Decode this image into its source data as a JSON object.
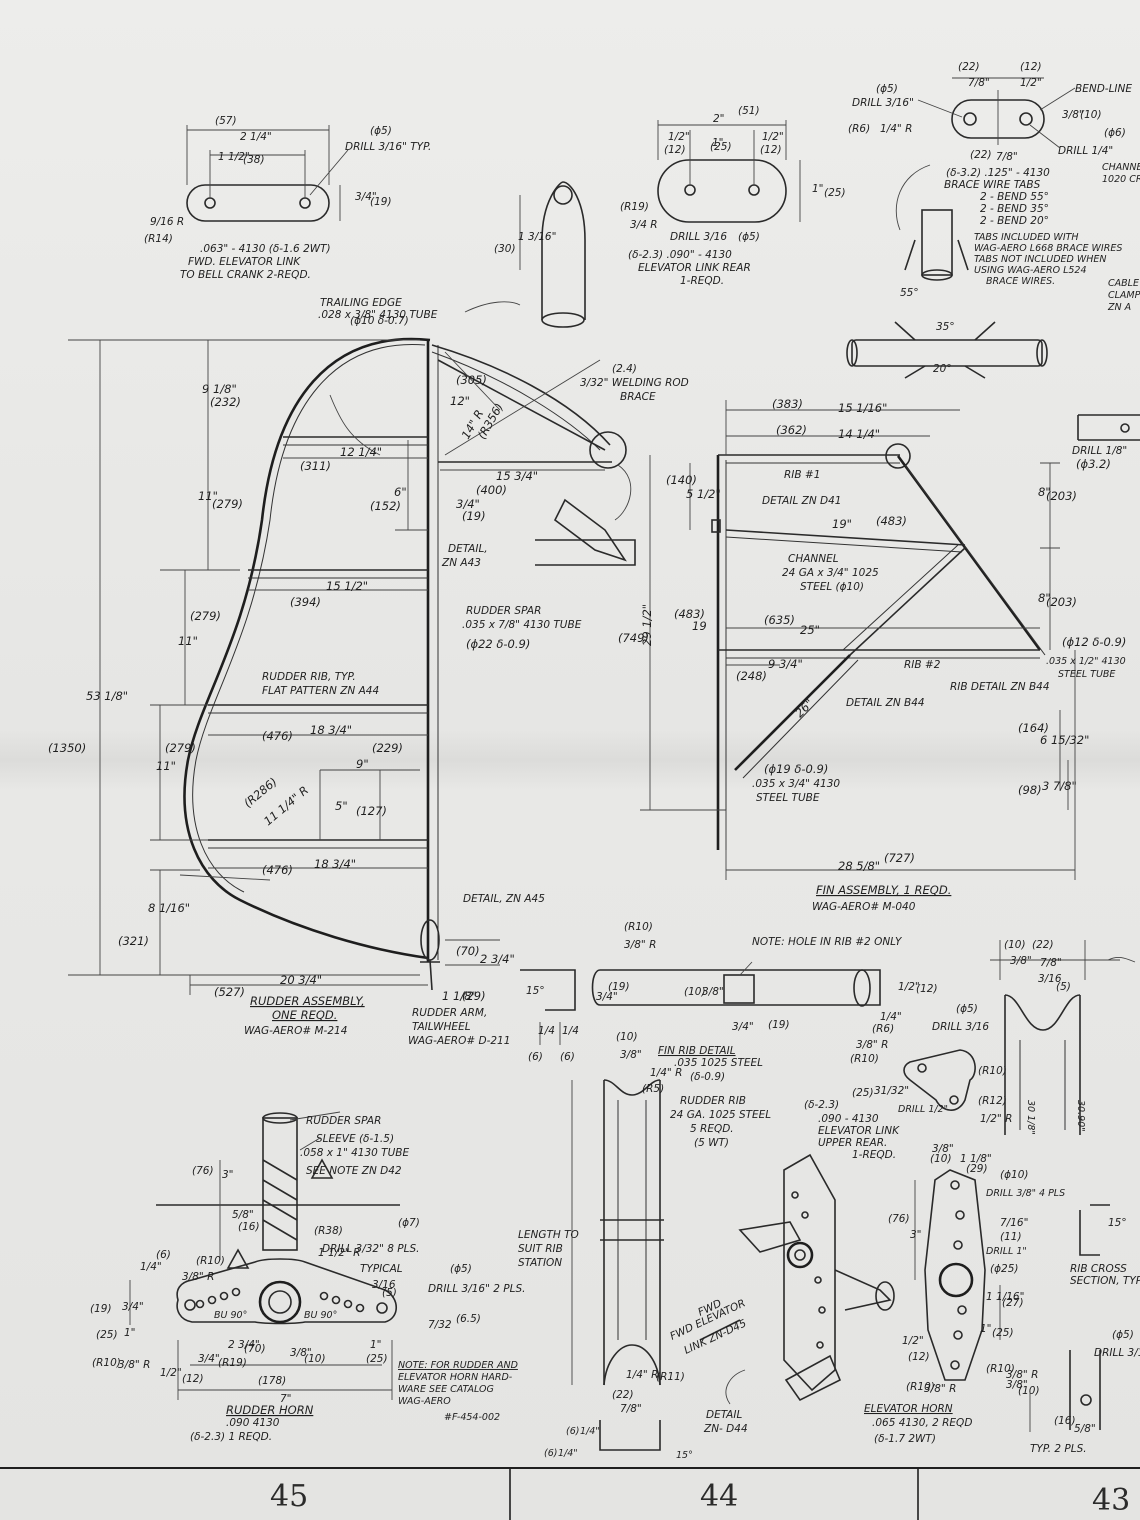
{
  "rudder_assembly": {
    "title": "RUDDER ASSEMBLY,",
    "qty": "ONE REQD.",
    "part": "WAG-AERO# M-214",
    "trailing_edge": [
      "(ϕ10 δ-0.7)",
      "TRAILING EDGE",
      ".028 x 3/8\" 4130 TUBE"
    ],
    "rudder_spar": [
      "RUDDER SPAR",
      ".035 x 7/8\" 4130 TUBE",
      "(ϕ22 δ-0.9)"
    ],
    "rib_note": [
      "RUDDER RIB, TYP.",
      "FLAT PATTERN ZN A44"
    ],
    "detail_a43": [
      "DETAIL,",
      "ZN A43"
    ],
    "detail_a45": "DETAIL, ZN A45",
    "tailwheel": [
      "RUDDER ARM,",
      "TAILWHEEL",
      "WAG-AERO# D-211"
    ],
    "dims": [
      "9 1/8\"",
      "(232)",
      "11\"",
      "(279)",
      "11\"",
      "(279)",
      "11\"",
      "(279)",
      "8 1/16\"",
      "(321)",
      "53 1/8\"",
      "(1350)",
      "12 1/4\"",
      "(311)",
      "15 1/2\"",
      "(394)",
      "18 3/4\"",
      "(476)",
      "18 3/4\"",
      "(476)",
      "20 3/4\"",
      "(527)",
      "9\"",
      "(229)",
      "5\"",
      "(127)",
      "11 1/4\" R",
      "(R286)",
      "6\"",
      "(152)",
      "3/4\"",
      "(19)",
      "12\"",
      "(305)",
      "14\" R",
      "(R356)",
      "15 3/4\"",
      "(400)",
      "2 3/4\"",
      "(70)",
      "1 1/8\"",
      "(29)"
    ]
  },
  "brace": {
    "dia": "(2.4)",
    "text": [
      "3/32\" WELDING ROD",
      "BRACE"
    ]
  },
  "fwd_elevator_link": {
    "lines": [
      ".063\" - 4130 (δ-1.6 2WT)",
      "FWD. ELEVATOR LINK",
      "TO BELL CRANK  2-REQD."
    ],
    "dims": [
      "(57)",
      "2 1/4\"",
      "1 1/2\"",
      "(38)",
      "3/4\"",
      "(19)",
      "9/16 R",
      "(R14)"
    ],
    "drill": "DRILL 3/16\" TYP.",
    "drill_dia": "(ϕ5)"
  },
  "rear_elevator_link": {
    "lines": [
      "(δ-2.3) .090\" - 4130",
      "ELEVATOR LINK REAR",
      "1-REQD."
    ],
    "dims": [
      "2\"",
      "(51)",
      "1/2\"",
      "(12)",
      "1\"",
      "(25)",
      "1/2\"",
      "(12)",
      "1\"",
      "(25)",
      "(R19)",
      "3/4 R"
    ],
    "drill": "DRILL 3/16",
    "drill_dia": "(ϕ5)"
  },
  "tube_end": {
    "dims": [
      "1 3/16\"",
      "(30)"
    ]
  },
  "brace_tabs": {
    "lines": [
      "(δ-3.2) .125\" - 4130",
      "BRACE WIRE TABS",
      "2 - BEND 55°",
      "2 - BEND 35°",
      "2 - BEND 20°"
    ],
    "note": [
      "TABS INCLUDED WITH",
      "WAG-AERO L668 BRACE WIRES",
      "TABS NOT INCLUDED WHEN",
      "USING WAG-AERO L524",
      "BRACE WIRES."
    ],
    "dims": [
      "(22)",
      "7/8\"",
      "(12)",
      "1/2\"",
      "(22)",
      "7/8\"",
      "(ϕ5)",
      "DRILL 3/16\"",
      "(R6)",
      "1/4\" R",
      "(ϕ6)",
      "DRILL 1/4\"",
      "BEND-LINE",
      "55°",
      "35°",
      "20°",
      "3/8\"",
      "(10)"
    ],
    "cut": [
      "CHANNEL",
      "1020 CR"
    ]
  },
  "fin_assembly": {
    "title": "FIN ASSEMBLY, 1 REQD.",
    "part": "WAG-AERO# M-040",
    "labels": [
      "RIB #1",
      "DETAIL ZN D41",
      "CHANNEL",
      "24 GA x 3/4\" 1025",
      "STEEL (ϕ10)",
      "RIB #2",
      "RIB DETAIL ZN B44",
      "DETAIL ZN B44"
    ],
    "spar": [
      "(ϕ19 δ-0.9)",
      ".035 x 3/4\" 4130",
      "STEEL TUBE"
    ],
    "rear_tube": [
      "(ϕ12 δ-0.9)",
      ".035 x 1/2\" 4130",
      "STEEL TUBE"
    ],
    "dims": [
      "(383)",
      "15 1/16\"",
      "(362)",
      "14 1/4\"",
      "(140)",
      "5 1/2\"",
      "19\"",
      "(483)",
      "(635)",
      "25\"",
      "(248)",
      "9 3/4\"",
      "28 5/8\"",
      "(727)",
      "29 1/2\"",
      "(749)",
      "(483)",
      "19",
      "8\"",
      "(203)",
      "8\"",
      "(203)",
      "(98)",
      "3 7/8\"",
      "(164)",
      "6 15/32\"",
      "26\""
    ]
  },
  "rib_detail": {
    "note": "NOTE: HOLE IN RIB #2 ONLY",
    "dims": [
      "(R10)",
      "3/8\" R",
      "(19)",
      "3/4\"",
      "(10)",
      "3/8\"",
      "1/2\"",
      "(12)",
      "3/4\"",
      "(19)",
      "(R6)",
      "1/4\"",
      "15°",
      "(6)",
      "1/4",
      "(6)",
      "1/4"
    ]
  },
  "fin_rib_detail": {
    "lines": [
      "FIN RIB DETAIL",
      ".035 1025 STEEL",
      "(δ-0.9)"
    ],
    "rudder_rib": [
      "RUDDER RIB",
      "24 GA. 1025 STEEL",
      "5 REQD.",
      "(5 WT)"
    ],
    "length": [
      "LENGTH TO",
      "SUIT RIB",
      "STATION"
    ],
    "dims": [
      "(10)",
      "3/8\"",
      "1/4\" R",
      "(R5)",
      "1/4\" R",
      "(R11)",
      "(22)",
      "7/8\"",
      "(6)",
      "1/4\"",
      "(6)",
      "1/4\"",
      "15°"
    ]
  },
  "rudder_horn": {
    "lines": [
      "RUDDER HORN",
      ".090 4130",
      "(δ-2.3)  1 REQD."
    ],
    "spar": [
      "RUDDER SPAR",
      "SLEEVE (δ-1.5)",
      ".058 x 1\" 4130 TUBE",
      "SEE NOTE ZN D42"
    ],
    "drills": [
      "DRILL 3/32\" 8 PLS.",
      "DRILL 3/16\" 2 PLS.",
      "TYPICAL"
    ],
    "note": [
      "NOTE: FOR RUDDER AND",
      "ELEVATOR HORN HARD-",
      "WARE SEE CATALOG",
      "WAG-AERO",
      "#F-454-002"
    ],
    "dims": [
      "(76)",
      "3\"",
      "(R38)",
      "1 1/2\" R",
      "(ϕ7)",
      "(ϕ5)",
      "(6.5)",
      "7/32",
      "(6)",
      "1/4\"",
      "(R10)",
      "3/8\" R",
      "(19)",
      "3/4\"",
      "(25)",
      "1\"",
      "(R10)",
      "3/8\" R",
      "(R19)",
      "3/4\"",
      "(12)",
      "1/2\"",
      "(70)",
      "2 3/4\"",
      "(10)",
      "3/8\"",
      "(25)",
      "1\"",
      "(178)",
      "7\"",
      "BU 90°",
      "BU 90°",
      "(5)",
      "3/16",
      "(16)",
      "5/8\""
    ]
  },
  "elevator_link_upper": {
    "lines": [
      "(δ-2.3)",
      ".090 - 4130",
      "ELEVATOR LINK",
      "UPPER REAR.",
      "1-REQD."
    ],
    "dims": [
      "(ϕ5)",
      "DRILL 3/16",
      "(R10)",
      "3/8\" R",
      "(R10)",
      "(R12)",
      "1/2\" R",
      "(25)",
      "31/32\"",
      "DRILL 1/2\""
    ]
  },
  "elevator_horn": {
    "lines": [
      "ELEVATOR HORN",
      ".065 4130, 2 REQD",
      "(δ-1.7 2WT)"
    ],
    "dims": [
      "(76)",
      "3\"",
      "(29)",
      "1 1/8\"",
      "(10)",
      "3/8\"",
      "(ϕ10)",
      "DRILL 3/8\" 4 PLS",
      "7/16\"",
      "(11)",
      "DRILL 1\"",
      "(ϕ25)",
      "1 1/16\"",
      "(27)",
      "1\"",
      "(25)",
      "(12)",
      "1/2\"",
      "(R10)",
      "3/8\" R",
      "(R10)",
      "3/8\" R",
      "(10)",
      "3/8\"",
      "(16)",
      "5/8\"",
      "TYP. 2 PLS.",
      "(ϕ5)",
      "DRILL 3/16"
    ]
  },
  "detail_d44": {
    "label": [
      "DETAIL",
      "ZN- D44"
    ],
    "fwd": [
      "FWD",
      "FWD ELEVATOR",
      "LINK ZN-D45"
    ]
  },
  "rib_section": {
    "lines": [
      "RIB CROSS",
      "SECTION, TYP."
    ],
    "angle": "15°",
    "dims": [
      "(10)",
      "3/8\"",
      "(22)",
      "7/8\"",
      "3/16",
      "(5)",
      "(ϕ3.2)",
      "DRILL 1/8\""
    ]
  },
  "channel_right": {
    "dims": [
      "30 1/8\"",
      "30.90\""
    ],
    "notes": [
      "CABLE",
      "CLAMP",
      "ZN A"
    ]
  },
  "page_numbers": [
    "45",
    "44",
    "43"
  ]
}
